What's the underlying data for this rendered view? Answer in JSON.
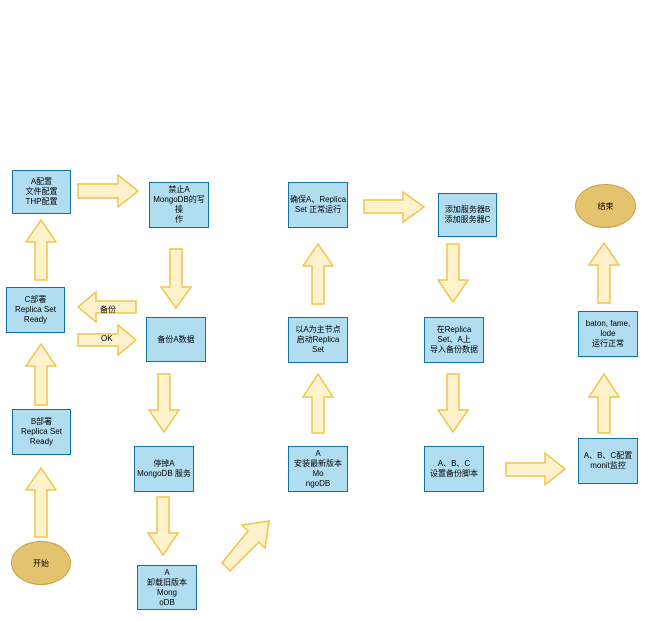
{
  "colors": {
    "box_fill": "#b1ddf0",
    "box_stroke": "#10739e",
    "arrow_fill": "#fff2cc",
    "arrow_stroke": "#f0c44a",
    "oval_fill": "#e4c36f"
  },
  "nodes": {
    "start": "开始",
    "b_deploy": "B部署\nReplica Set\nReady",
    "c_deploy": "C部署\nReplica Set\nReady",
    "a_config": "A配置\n文件配置\nTHP配置",
    "a_disable_write": "禁止A\nMongoDB的写操\n作",
    "backup_a": "备份A数据",
    "stop_a": "停掉A\nMongoDB 服务",
    "uninstall_a": "A\n卸载旧版本Mong\noDB",
    "install_a": "A\n安装最新版本Mo\nngoDB",
    "a_primary": "以A为主节点\n启动Replica Set",
    "confirm_a": "确保A、Replica\nSet 正常运行",
    "add_b_c": "添加服务器B\n添加服务器C",
    "import_backup": "在Replica\nSet、A上\n导入备份数据",
    "set_script": "A、B、C\n设置备份脚本",
    "monit": "A、B、C配置\nmonit监控",
    "running": "baton, fame,\nlode\n运行正常",
    "end": "结束"
  },
  "edge_labels": {
    "backup": "备份",
    "ok": "OK"
  }
}
